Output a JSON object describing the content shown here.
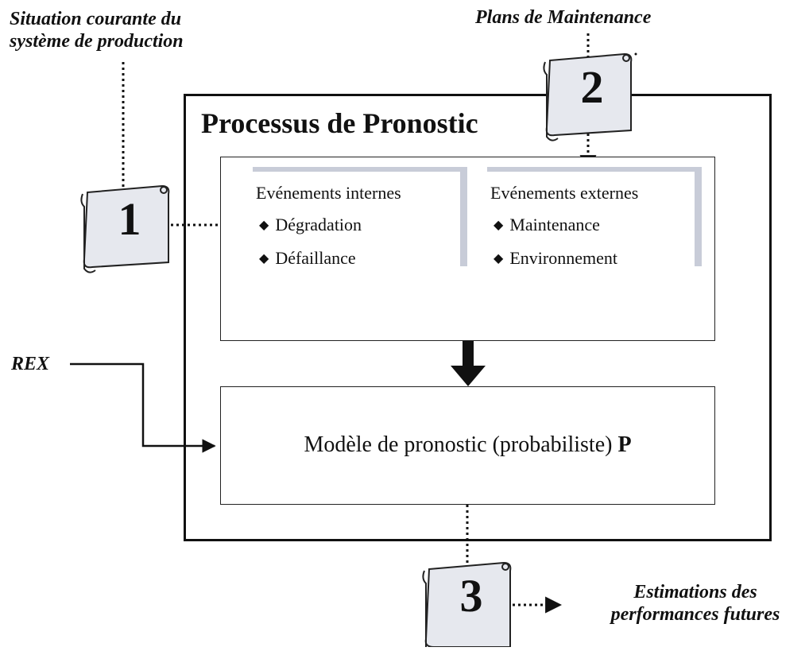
{
  "labels": {
    "situation_line1": "Situation courante du",
    "situation_line2": "système de production",
    "plans": "Plans de Maintenance",
    "rex": "REX",
    "estim_line1": "Estimations des",
    "estim_line2": "performances futures"
  },
  "process": {
    "title": "Processus de Pronostic",
    "internal": {
      "title": "Evénements internes",
      "items": [
        "Dégradation",
        "Défaillance"
      ]
    },
    "external": {
      "title": "Evénements externes",
      "items": [
        "Maintenance",
        "Environnement"
      ]
    },
    "model_text": "Modèle de pronostic (probabiliste)",
    "model_symbol": "P"
  },
  "scrolls": [
    {
      "number": "1"
    },
    {
      "number": "2"
    },
    {
      "number": "3"
    }
  ],
  "colors": {
    "shadow": "#c8ccd8",
    "scroll_fill": "#e6e8ee",
    "line": "#111111"
  }
}
